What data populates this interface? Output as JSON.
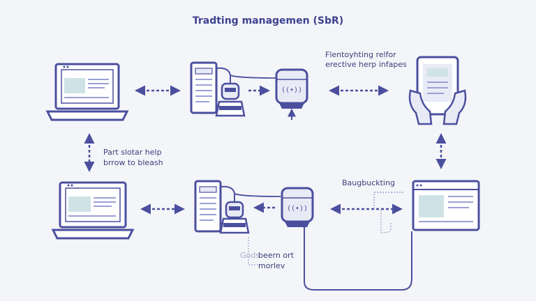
{
  "title": "Tradting managemen (SbR)",
  "labels": {
    "top_right_line1": "Flentoyhting relfor",
    "top_right_line2": "erective herp infapes",
    "left_mid_line1": "Part slotar help",
    "left_mid_line2": "brrow to bleash",
    "right_mid": "Baugbuckting",
    "bottom_faded": "Gods",
    "bottom_line1": "beern ort",
    "bottom_line2": "morlev"
  },
  "colors": {
    "stroke": "#4b4f9e",
    "fill_light": "#e8eaf6",
    "screen": "#cfe3e6",
    "background": "#f4f5f8"
  },
  "icons": [
    "laptop-icon",
    "server-icon",
    "database-icon",
    "router-icon",
    "tablet-hands-icon",
    "browser-window-icon"
  ]
}
